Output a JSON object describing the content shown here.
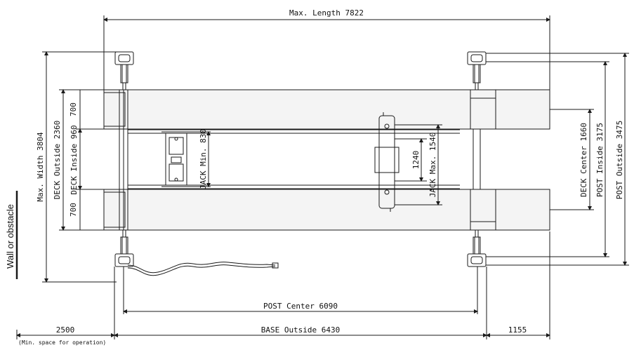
{
  "labels": {
    "max_length": "Max. Length 7822",
    "max_width": "Max. Width 3804",
    "deck_outside": "DECK Outside 2360",
    "deck_inside": "DECK Inside 960",
    "deck_left_top": "700",
    "deck_left_bottom": "700",
    "jack_min": "JACK Min. 830",
    "jack_max": "JACK Max. 1540",
    "jack_mid": "1240",
    "deck_center": "DECK Center 1660",
    "post_inside": "POST Inside 3175",
    "post_outside": "POST Outside 3475",
    "post_center": "POST Center 6090",
    "base_outside": "BASE Outside 6430",
    "left_clearance": "2500",
    "right_clearance": "1155",
    "min_space_note": "(Min. space for operation)",
    "wall": "Wall or obstacle"
  },
  "colors": {
    "line": "#1a1a1a",
    "deck_fill": "#f4f4f4"
  }
}
